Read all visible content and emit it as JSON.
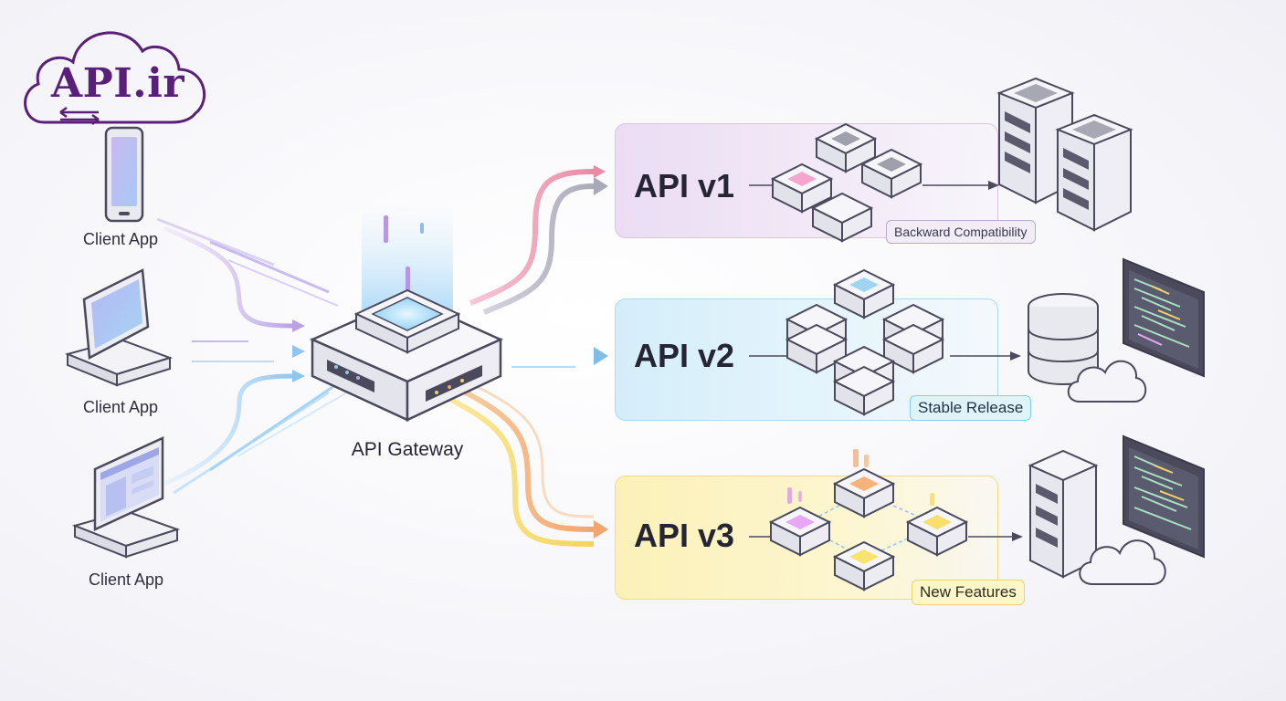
{
  "logo": {
    "text": "API.ir"
  },
  "clients": [
    {
      "label": "Client App",
      "device": "phone-icon"
    },
    {
      "label": "Client App",
      "device": "tablet-icon"
    },
    {
      "label": "Client App",
      "device": "desktop-icon"
    }
  ],
  "gateway": {
    "label": "API Gateway"
  },
  "versions": [
    {
      "title": "API v1",
      "badge": "Backward Compatibility",
      "accent": "#e8a0c8",
      "backend": "server-rack-icon"
    },
    {
      "title": "API v2",
      "badge": "Stable Release",
      "accent": "#7fd0ea",
      "backend": "database-cloud-icon"
    },
    {
      "title": "API v3",
      "badge": "New Features",
      "accent": "#f2d25a",
      "backend": "server-cloud-icon"
    }
  ],
  "colors": {
    "brand": "#5a1f78",
    "v1": "#ebdcf3",
    "v2": "#d4eef9",
    "v3": "#fbf1b8"
  }
}
